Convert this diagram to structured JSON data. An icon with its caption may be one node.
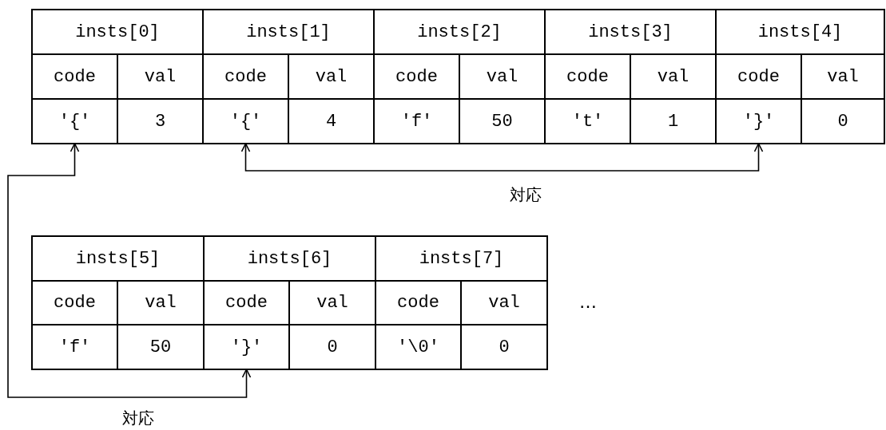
{
  "diagram": {
    "nodes": [
      {
        "text": [
          "insts[0]"
        ]
      },
      {
        "text": [
          "insts[1]"
        ]
      },
      {
        "text": [
          "insts[2]"
        ]
      },
      {
        "text": [
          "insts[3]"
        ]
      },
      {
        "text": [
          "insts[4]"
        ]
      },
      {
        "text": [
          "code"
        ]
      },
      {
        "text": [
          "val"
        ]
      },
      {
        "text": [
          "code"
        ]
      },
      {
        "text": [
          "val"
        ]
      },
      {
        "text": [
          "code"
        ]
      },
      {
        "text": [
          "val"
        ]
      },
      {
        "text": [
          "code"
        ]
      },
      {
        "text": [
          "val"
        ]
      },
      {
        "text": [
          "code"
        ]
      },
      {
        "text": [
          "val"
        ]
      },
      {
        "text": [
          "'{'"
        ]
      },
      {
        "text": [
          "3"
        ]
      },
      {
        "text": [
          "'{'"
        ]
      },
      {
        "text": [
          "4"
        ]
      },
      {
        "text": [
          "'f'"
        ]
      },
      {
        "text": [
          "50"
        ]
      },
      {
        "text": [
          "'t'"
        ]
      },
      {
        "text": [
          "1"
        ]
      },
      {
        "text": [
          "'}'"
        ]
      },
      {
        "text": [
          "0"
        ]
      },
      {
        "text": [
          "insts[5]"
        ]
      },
      {
        "text": [
          "insts[6]"
        ]
      },
      {
        "text": [
          "insts[7]"
        ]
      },
      {
        "text": [
          "code"
        ]
      },
      {
        "text": [
          "val"
        ]
      },
      {
        "text": [
          "code"
        ]
      },
      {
        "text": [
          "val"
        ]
      },
      {
        "text": [
          "code"
        ]
      },
      {
        "text": [
          "val"
        ]
      },
      {
        "text": [
          "'f'"
        ]
      },
      {
        "text": [
          "50"
        ]
      },
      {
        "text": [
          "'}'"
        ]
      },
      {
        "text": [
          "0"
        ]
      },
      {
        "text": [
          "'\\0'"
        ]
      },
      {
        "text": [
          "0"
        ]
      }
    ],
    "edges": [
      {
        "from": 15,
        "to": 36,
        "arrow": "both",
        "label": "対応"
      },
      {
        "from": 17,
        "to": 23,
        "arrow": "both",
        "label": "対応"
      }
    ],
    "labels": [
      "…"
    ]
  }
}
